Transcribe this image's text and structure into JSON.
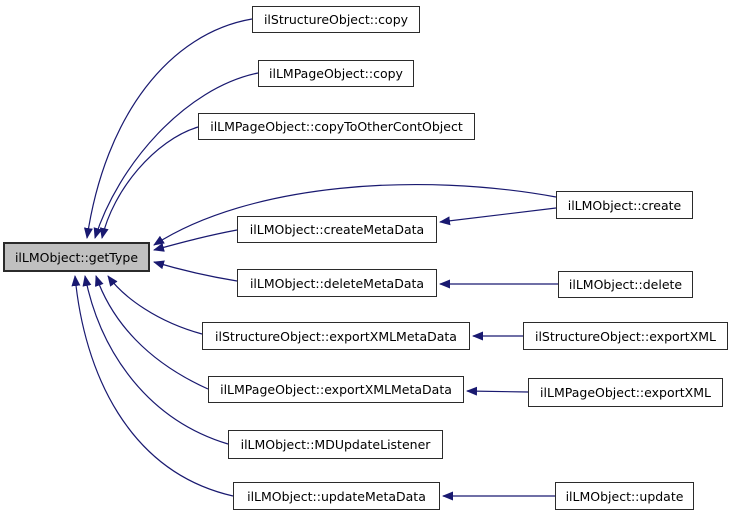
{
  "diagram": {
    "type": "call-graph",
    "colors": {
      "edge": "#191970",
      "node_border": "#2b2b2b",
      "node_fill": "#ffffff",
      "highlight_fill": "#c0c0c0",
      "background": "#ffffff"
    },
    "nodes": [
      {
        "id": "getType",
        "label": "ilLMObject::getType",
        "highlighted": true
      },
      {
        "id": "structCopy",
        "label": "ilStructureObject::copy",
        "highlighted": false
      },
      {
        "id": "pageCopy",
        "label": "ilLMPageObject::copy",
        "highlighted": false
      },
      {
        "id": "copyToOther",
        "label": "ilLMPageObject::copyToOtherContObject",
        "highlighted": false
      },
      {
        "id": "createMeta",
        "label": "ilLMObject::createMetaData",
        "highlighted": false
      },
      {
        "id": "deleteMeta",
        "label": "ilLMObject::deleteMetaData",
        "highlighted": false
      },
      {
        "id": "structExportMeta",
        "label": "ilStructureObject::exportXMLMetaData",
        "highlighted": false
      },
      {
        "id": "pageExportMeta",
        "label": "ilLMPageObject::exportXMLMetaData",
        "highlighted": false
      },
      {
        "id": "mdUpdate",
        "label": "ilLMObject::MDUpdateListener",
        "highlighted": false
      },
      {
        "id": "updateMeta",
        "label": "ilLMObject::updateMetaData",
        "highlighted": false
      },
      {
        "id": "create",
        "label": "ilLMObject::create",
        "highlighted": false
      },
      {
        "id": "delete",
        "label": "ilLMObject::delete",
        "highlighted": false
      },
      {
        "id": "structExport",
        "label": "ilStructureObject::exportXML",
        "highlighted": false
      },
      {
        "id": "pageExport",
        "label": "ilLMPageObject::exportXML",
        "highlighted": false
      },
      {
        "id": "update",
        "label": "ilLMObject::update",
        "highlighted": false
      }
    ],
    "edges": [
      {
        "from": "structCopy",
        "to": "getType"
      },
      {
        "from": "pageCopy",
        "to": "getType"
      },
      {
        "from": "copyToOther",
        "to": "getType"
      },
      {
        "from": "create",
        "to": "getType"
      },
      {
        "from": "createMeta",
        "to": "getType"
      },
      {
        "from": "deleteMeta",
        "to": "getType"
      },
      {
        "from": "structExportMeta",
        "to": "getType"
      },
      {
        "from": "pageExportMeta",
        "to": "getType"
      },
      {
        "from": "mdUpdate",
        "to": "getType"
      },
      {
        "from": "updateMeta",
        "to": "getType"
      },
      {
        "from": "create",
        "to": "createMeta"
      },
      {
        "from": "delete",
        "to": "deleteMeta"
      },
      {
        "from": "structExport",
        "to": "structExportMeta"
      },
      {
        "from": "pageExport",
        "to": "pageExportMeta"
      },
      {
        "from": "update",
        "to": "updateMeta"
      }
    ]
  }
}
